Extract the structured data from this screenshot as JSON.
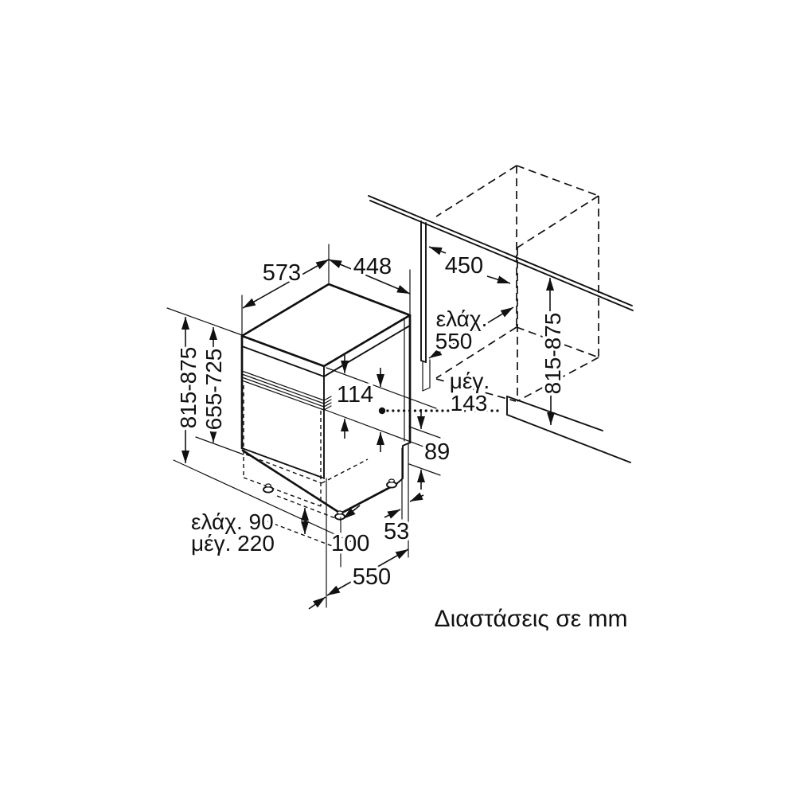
{
  "figure": {
    "type": "appliance-installation-dimension-drawing",
    "caption": "Διαστάσεις σε mm",
    "line_color": "#111111",
    "background_color": "#ffffff",
    "dimensions": {
      "appliance_depth_top": "573",
      "appliance_width_top": "448",
      "niche_width": "450",
      "niche_depth_label": "ελάχ.",
      "niche_depth_value": "550",
      "front_clearance_label": "μέγ.",
      "front_clearance_value": "143",
      "appliance_height_range": "815-875",
      "inner_height_range": "655-725",
      "control_panel_height": "114",
      "rear_clearance": "89",
      "rear_offset": "53",
      "foot_offset": "100",
      "base_depth": "550",
      "plinth_min": "ελάχ. 90",
      "plinth_max": "μέγ. 220",
      "niche_height_range": "815-875"
    }
  }
}
